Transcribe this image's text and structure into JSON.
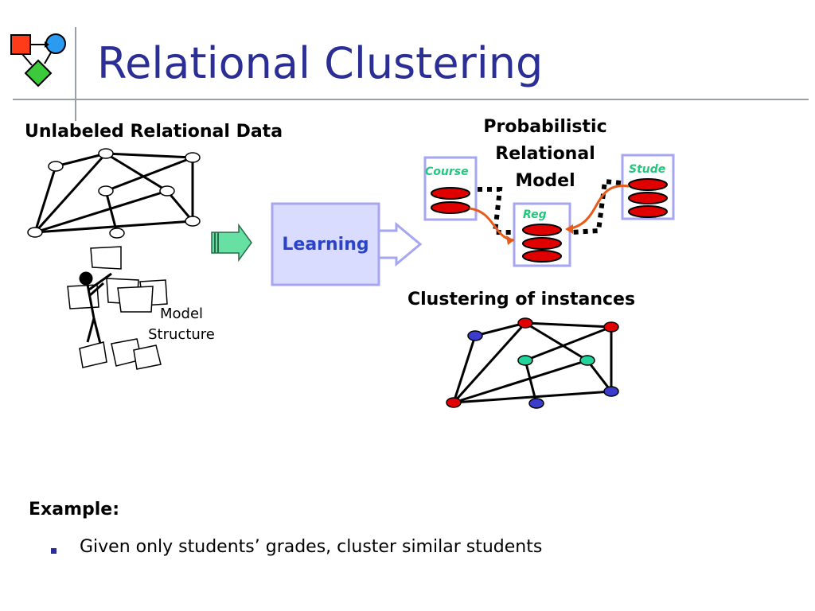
{
  "slide": {
    "title": "Relational Clustering",
    "unlabeled_heading": "Unlabeled Relational Data",
    "model_structure_label": "Model\nStructure",
    "learning_label": "Learning",
    "prm_heading": "Probabilistic\nRelational\nModel",
    "prm_boxes": {
      "course": "Course",
      "reg": "Reg",
      "student": "Stude"
    },
    "clustering_heading": "Clustering of instances",
    "example_label": "Example:",
    "bullets": [
      "Given only students’ grades, cluster similar students"
    ]
  },
  "colors": {
    "title": "#2b2f95",
    "learning_text": "#2b44c7",
    "box_border": "#a6a6f2",
    "learning_box_fill": "#dadcff",
    "class_label": "#22c77e",
    "attribute_fill": "#e00000",
    "dependency_arrow": "#e85a1a",
    "cluster_red": "#e00000",
    "cluster_blue": "#3b3bcc",
    "cluster_green": "#22d39b",
    "arrow_fill": "#66e0a3"
  },
  "icons": [
    "logo-shapes-icon",
    "person-icon",
    "papers-icon",
    "arrow-right-icon"
  ]
}
